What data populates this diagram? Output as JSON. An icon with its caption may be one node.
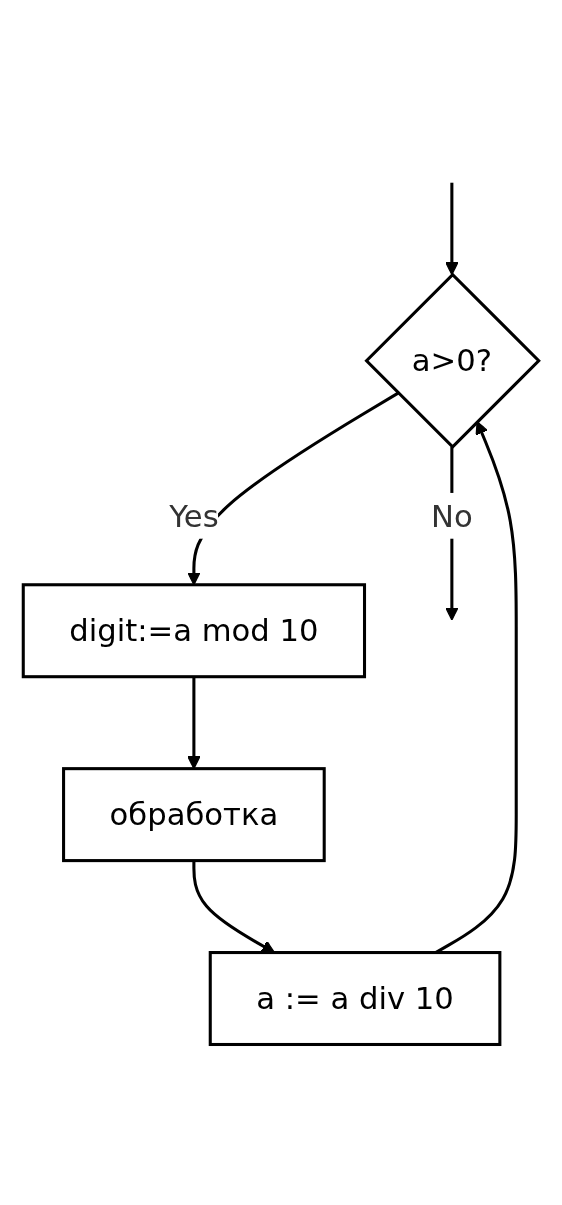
{
  "diagram": {
    "nodes": [
      {
        "text": [
          "a>0?"
        ]
      },
      {
        "text": [
          "digit:=a mod 10"
        ]
      },
      {
        "text": [
          "обработка"
        ]
      },
      {
        "text": [
          "a := a div 10"
        ]
      }
    ],
    "edges": [
      {
        "from": null,
        "to": 0,
        "arrow": "to"
      },
      {
        "from": 0,
        "to": 1,
        "label": "Yes",
        "arrow": "to"
      },
      {
        "from": 1,
        "to": 2,
        "arrow": "to"
      },
      {
        "from": 2,
        "to": 3,
        "arrow": "to"
      },
      {
        "from": 3,
        "to": 0,
        "arrow": "to"
      },
      {
        "from": 0,
        "to": null,
        "label": "No",
        "arrow": "to"
      }
    ]
  }
}
